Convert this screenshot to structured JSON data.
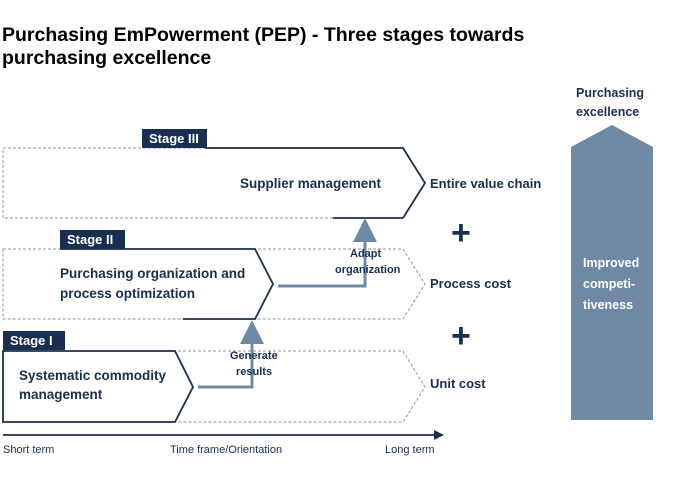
{
  "title_line1": "Purchasing EmPowerment (PEP) - Three stages towards",
  "title_line2": "purchasing excellence",
  "stages": [
    {
      "tag": "Stage III",
      "label_lines": [
        "Supplier management"
      ],
      "outcome": "Entire value chain"
    },
    {
      "tag": "Stage II",
      "label_lines": [
        "Purchasing organization and",
        "process optimization"
      ],
      "outcome": "Process cost"
    },
    {
      "tag": "Stage I",
      "label_lines": [
        "Systematic commodity",
        "management"
      ],
      "outcome": "Unit cost"
    }
  ],
  "connectors": {
    "upper": [
      "Adapt",
      "organization"
    ],
    "lower": [
      "Generate",
      "results"
    ]
  },
  "plus": "+",
  "excellence": {
    "heading": [
      "Purchasing",
      "excellence"
    ],
    "body": [
      "Improved",
      "competi-",
      "tiveness"
    ]
  },
  "axis": {
    "left": "Short term",
    "middle": "Time frame/Orientation",
    "right": "Long term"
  },
  "colors": {
    "navy": "#1a2e4f",
    "accent": "#6f88a3",
    "dash": "#8a96a3"
  }
}
